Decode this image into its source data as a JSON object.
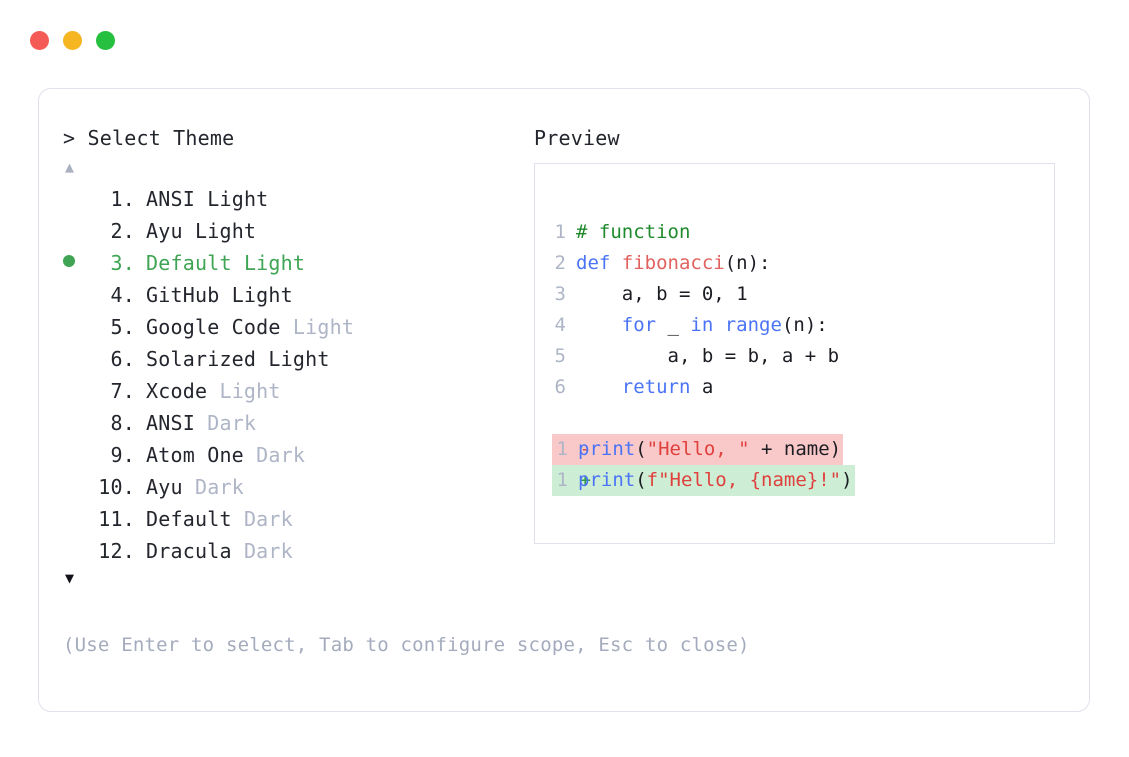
{
  "window": {
    "dots": [
      {
        "name": "close",
        "color": "#f55b55"
      },
      {
        "name": "minimize",
        "color": "#f5b622"
      },
      {
        "name": "maximize",
        "color": "#25c03f"
      }
    ]
  },
  "left_panel": {
    "prompt_symbol": ">",
    "title": "Select Theme",
    "scroll_up_arrow": "▲",
    "scroll_down_arrow": "▼",
    "selected_index": 3,
    "selected_bullet": "●",
    "items": [
      {
        "number": "1.",
        "name": "ANSI",
        "variant": "Light",
        "variant_muted": false,
        "selected": false
      },
      {
        "number": "2.",
        "name": "Ayu",
        "variant": "Light",
        "variant_muted": false,
        "selected": false
      },
      {
        "number": "3.",
        "name": "Default",
        "variant": "Light",
        "variant_muted": false,
        "selected": true
      },
      {
        "number": "4.",
        "name": "GitHub",
        "variant": "Light",
        "variant_muted": false,
        "selected": false
      },
      {
        "number": "5.",
        "name": "Google Code",
        "variant": "Light",
        "variant_muted": true,
        "selected": false
      },
      {
        "number": "6.",
        "name": "Solarized",
        "variant": "Light",
        "variant_muted": false,
        "selected": false
      },
      {
        "number": "7.",
        "name": "Xcode",
        "variant": "Light",
        "variant_muted": true,
        "selected": false
      },
      {
        "number": "8.",
        "name": "ANSI",
        "variant": "Dark",
        "variant_muted": true,
        "selected": false
      },
      {
        "number": "9.",
        "name": "Atom One",
        "variant": "Dark",
        "variant_muted": true,
        "selected": false
      },
      {
        "number": "10.",
        "name": "Ayu",
        "variant": "Dark",
        "variant_muted": true,
        "selected": false
      },
      {
        "number": "11.",
        "name": "Default",
        "variant": "Dark",
        "variant_muted": true,
        "selected": false
      },
      {
        "number": "12.",
        "name": "Dracula",
        "variant": "Dark",
        "variant_muted": true,
        "selected": false
      }
    ]
  },
  "right_panel": {
    "title": "Preview",
    "code_lines": [
      {
        "num": "1",
        "tokens": [
          {
            "t": "# function",
            "c": "comment"
          }
        ]
      },
      {
        "num": "2",
        "tokens": [
          {
            "t": "def ",
            "c": "kw"
          },
          {
            "t": "fibonacci",
            "c": "fn"
          },
          {
            "t": "(n):",
            "c": "plain"
          }
        ]
      },
      {
        "num": "3",
        "tokens": [
          {
            "t": "    a, b = ",
            "c": "plain"
          },
          {
            "t": "0",
            "c": "num"
          },
          {
            "t": ", ",
            "c": "plain"
          },
          {
            "t": "1",
            "c": "num"
          }
        ]
      },
      {
        "num": "4",
        "tokens": [
          {
            "t": "    ",
            "c": "plain"
          },
          {
            "t": "for",
            "c": "kw"
          },
          {
            "t": " _ ",
            "c": "plain"
          },
          {
            "t": "in range",
            "c": "kw"
          },
          {
            "t": "(n):",
            "c": "plain"
          }
        ]
      },
      {
        "num": "5",
        "tokens": [
          {
            "t": "        a, b = b, a + b",
            "c": "plain"
          }
        ]
      },
      {
        "num": "6",
        "tokens": [
          {
            "t": "    ",
            "c": "plain"
          },
          {
            "t": "return",
            "c": "kw"
          },
          {
            "t": " a",
            "c": "plain"
          }
        ]
      }
    ],
    "diff_lines": [
      {
        "num": "1",
        "mark": "-",
        "kind": "del",
        "tokens": [
          {
            "t": "print",
            "c": "kw"
          },
          {
            "t": "(",
            "c": "plain"
          },
          {
            "t": "\"Hello, \"",
            "c": "str"
          },
          {
            "t": " + name)",
            "c": "plain"
          }
        ]
      },
      {
        "num": "1",
        "mark": "+",
        "kind": "add",
        "tokens": [
          {
            "t": "print",
            "c": "kw"
          },
          {
            "t": "(",
            "c": "plain"
          },
          {
            "t": "f\"Hello, {name}!\"",
            "c": "str"
          },
          {
            "t": ")",
            "c": "plain"
          }
        ]
      }
    ]
  },
  "footer": {
    "hint": "(Use Enter to select, Tab to configure scope, Esc to close)"
  },
  "colors": {
    "accent_green": "#3fa554",
    "muted_text": "#aeb5c6",
    "body_text": "#24262e",
    "border": "#dfe2ea",
    "diff_del_bg": "#f9c8c8",
    "diff_add_bg": "#cdeed5",
    "comment": "#1f8a2c",
    "keyword": "#4a74f5",
    "function": "#e0625f",
    "string": "#e0403d",
    "hint": "#a4abbd"
  }
}
